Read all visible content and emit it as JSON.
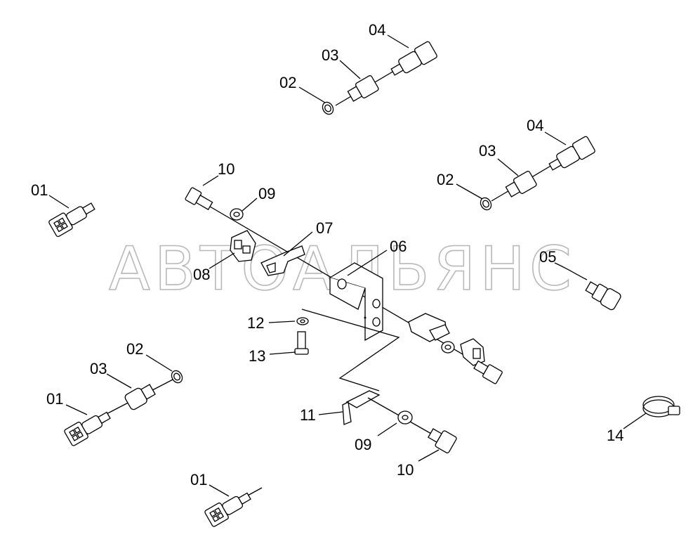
{
  "watermark": "АВТОАЛЬЯНС",
  "callouts": {
    "top_sensor": {
      "o_ring": "02",
      "adapter": "03",
      "sensor": "04"
    },
    "right_sensor": {
      "o_ring": "02",
      "adapter": "03",
      "sensor": "04"
    },
    "left_sensor": {
      "o_ring": "02",
      "adapter": "03",
      "sensor": "01"
    },
    "upper_left_sensor": "01",
    "bottom_sensor": "01",
    "bracket": {
      "bolt_top": "10",
      "washer_top": "09",
      "clip_upper": "07",
      "clamp": "08",
      "bracket_main": "06",
      "temp_sensor": "05",
      "washer_small": "12",
      "screw": "13",
      "plate": "11",
      "washer_low": "09",
      "bolt_low": "10"
    },
    "hose_clamp": "14"
  }
}
